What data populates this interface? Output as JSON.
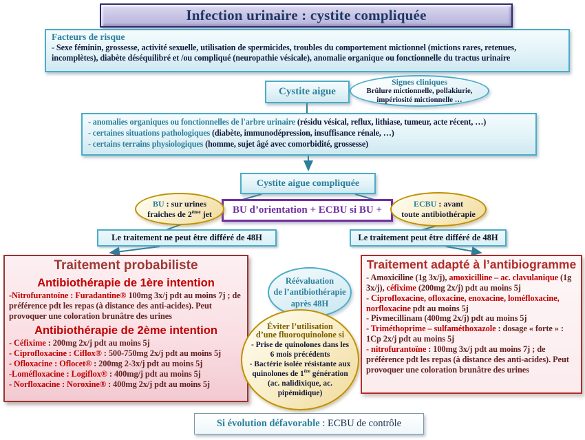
{
  "colors": {
    "teal_text": "#2c7f9b",
    "teal_border": "#4bacc6",
    "bright_red": "#c00000",
    "dark_maroon": "#632423",
    "purple": "#7030a0",
    "gold_border": "#bf9000",
    "gold_text": "#7f6000",
    "navy_title": "#1f3864"
  },
  "title": {
    "text": "Infection urinaire : cystite compliquée"
  },
  "risk": {
    "heading": "Facteurs de risque",
    "body": "- Sexe féminin, grossesse, activité sexuelle, utilisation de spermicides, troubles du comportement mictionnel (mictions rares, retenues, incomplètes), diabète déséquilibré et /ou compliqué (neuropathie vésicale), anomalie organique ou fonctionnelle du tractus urinaire"
  },
  "acute": {
    "label": "Cystite aigue"
  },
  "signs": {
    "heading": "Signes cliniques",
    "body": "Brûlure mictionnelle, pollakiurie, impériosité mictionnelle …"
  },
  "criteria": {
    "lines": [
      [
        {
          "t": "- anomalies organiques ou fonctionnelles de l'arbre urinaire ",
          "c": "t"
        },
        {
          "t": "(résidu vésical, reflux, lithiase, tumeur, acte récent, …)",
          "c": "k"
        }
      ],
      [
        {
          "t": "- certaines situations pathologiques ",
          "c": "t"
        },
        {
          "t": "(diabète, immunodépression, insuffisance rénale, …)",
          "c": "k"
        }
      ],
      [
        {
          "t": "- certains terrains physiologiques ",
          "c": "t"
        },
        {
          "t": "(homme, sujet âgé avec comorbidité, grossesse)",
          "c": "k"
        }
      ]
    ]
  },
  "complicated": {
    "label": "Cystite aigue compliquée"
  },
  "bu": {
    "lines": [
      [
        {
          "t": "BU",
          "c": "t"
        },
        {
          "t": " : sur urines",
          "c": "k"
        }
      ],
      [
        {
          "t": "fraiches de 2",
          "c": "k"
        },
        {
          "t": "ème",
          "c": "k",
          "sup": true
        },
        {
          "t": " jet",
          "c": "k"
        }
      ]
    ]
  },
  "orientation": {
    "label": "BU d’orientation + ECBU si BU +"
  },
  "ecbu": {
    "lines": [
      [
        {
          "t": "ECBU",
          "c": "t"
        },
        {
          "t": " : avant",
          "c": "k"
        }
      ],
      [
        {
          "t": "toute antibiothérapie",
          "c": "k"
        }
      ]
    ]
  },
  "branch_left": {
    "label": "Le traitement ne peut être différé de 48H"
  },
  "branch_right": {
    "label": "Le traitement peut être différé de 48H"
  },
  "probabilistic": {
    "title": "Traitement probabiliste",
    "first_heading": "Antibiothérapie de 1ère intention",
    "first_lines": [
      [
        {
          "t": "-Nitrofurantoïne : ",
          "c": "r"
        },
        {
          "t": "Furadantine®",
          "c": "r"
        },
        {
          "t": " 100mg 3x/j pdt au moins 7j ; de préférence pdt les repas (à distance des anti-acides). Peut provoquer une coloration brunâtre des urines",
          "c": "d"
        }
      ]
    ],
    "second_heading": "Antibiothérapie de 2ème intention",
    "second_lines": [
      [
        {
          "t": "- Céfixime",
          "c": "r"
        },
        {
          "t": " : 200mg 2x/j pdt au moins 5j",
          "c": "d"
        }
      ],
      [
        {
          "t": "- Ciprofloxacine : Ciflox®",
          "c": "r"
        },
        {
          "t": " : 500-750mg 2x/j pdt au moins 5j",
          "c": "d"
        }
      ],
      [
        {
          "t": "- Ofloxacine : Oflocet®",
          "c": "r"
        },
        {
          "t": " : 200mg 2-3x/j pdt au moins 5j",
          "c": "d"
        }
      ],
      [
        {
          "t": "-Loméfloxacine : Logiflox®",
          "c": "r"
        },
        {
          "t": " : 400mg/j pdt au moins 5j",
          "c": "d"
        }
      ],
      [
        {
          "t": "- Norfloxacine : Noroxine®",
          "c": "r"
        },
        {
          "t": " : 400mg 2x/j pdt au moins 5j",
          "c": "d"
        }
      ]
    ]
  },
  "reevaluation": {
    "lines": [
      "Réévaluation",
      "de l’antibiothérapie",
      "après 48H"
    ]
  },
  "avoid": {
    "heading_line1": "Éviter l’utilisation",
    "heading_line2": "d’une fluoroquinolone si",
    "lines": [
      [
        {
          "t": "- Prise de quinolones dans les 6 mois précédents",
          "c": "k"
        }
      ],
      [
        {
          "t": "- Bactérie isolée résistante aux quinolones de 1",
          "c": "k"
        },
        {
          "t": "ère",
          "c": "k",
          "sup": true
        },
        {
          "t": " génération (ac. nalidixique, ac. pipémidique)",
          "c": "k"
        }
      ]
    ]
  },
  "adapted": {
    "title": "Traitement adapté à l’antibiogramme",
    "lines": [
      [
        {
          "t": "- Amoxiciline (1g 3x/j), ",
          "c": "d"
        },
        {
          "t": "amoxicilline – ac. clavulanique ",
          "c": "r"
        },
        {
          "t": "(1g 3x/j), ",
          "c": "d"
        },
        {
          "t": "céfixime ",
          "c": "r"
        },
        {
          "t": "(200mg 2x/j) pdt au moins 5j",
          "c": "d"
        }
      ],
      [
        {
          "t": "- Ciprofloxacine, ofloxacine, enoxacine, loméfloxacine, norfloxacine ",
          "c": "r"
        },
        {
          "t": "pdt au moins 5j",
          "c": "d"
        }
      ],
      [
        {
          "t": "- Pivmecillinam (400mg 2x/j) pdt au moins 5j",
          "c": "d"
        }
      ],
      [
        {
          "t": "- Triméthoprime – sulfaméthoxazole",
          "c": "r"
        },
        {
          "t": " : dosage « forte » : 1Cp 2x/j pdt au moins 5j",
          "c": "d"
        }
      ],
      [
        {
          "t": "- nitrofurantoïne",
          "c": "r"
        },
        {
          "t": " : 100mg 3x/j pdt au moins 7j ; de préférence pdt les repas (à distance des anti-acides). Peut provoquer une coloration brunâtre des urines",
          "c": "d"
        }
      ]
    ]
  },
  "followup": {
    "segments": [
      {
        "t": "Si évolution défavorable",
        "c": "t"
      },
      {
        "t": " : ECBU de contrôle",
        "c": "kn"
      }
    ]
  }
}
